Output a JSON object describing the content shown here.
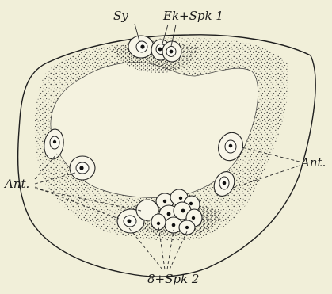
{
  "figure": {
    "labels": {
      "sy": "Sy",
      "ek_spk1": "Ek+Spk 1",
      "ant_right": "Ant.",
      "ant_left": "Ant.",
      "spk2": "8+Spk 2"
    },
    "colors": {
      "paper": "#f1efd9",
      "ink": "#222222"
    }
  }
}
